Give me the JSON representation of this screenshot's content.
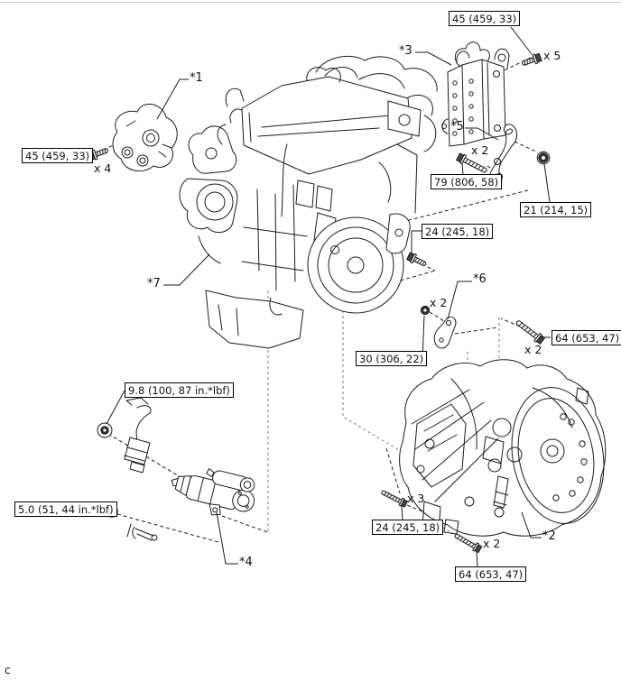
{
  "callouts": {
    "t45_top": "45 (459, 33)",
    "t45_left": "45 (459, 33)",
    "t79": "79 (806, 58)",
    "t21": "21 (214, 15)",
    "t24_top": "24 (245, 18)",
    "t30": "30 (306, 22)",
    "t64_right": "64 (653, 47)",
    "t98": "9.8 (100, 87 in.*lbf)",
    "t50": "5.0 (51, 44 in.*lbf)",
    "t24_bottom": "24 (245, 18)",
    "t64_bottom": "64 (653, 47)"
  },
  "part_labels": {
    "p1": "*1",
    "p2": "*2",
    "p3": "*3",
    "p4": "*4",
    "p5": "*5",
    "p6": "*6",
    "p7": "*7"
  },
  "quantities": {
    "x5": "x 5",
    "x4": "x 4",
    "x2_stay": "x 2",
    "x2_bracket": "x 2",
    "x2_right": "x 2",
    "x3_bottom": "x 3",
    "x2_bottom": "x 2"
  },
  "footnote": "c",
  "colors": {
    "line": "#1c1c1c",
    "dash": "#999999",
    "bg": "#ffffff"
  }
}
